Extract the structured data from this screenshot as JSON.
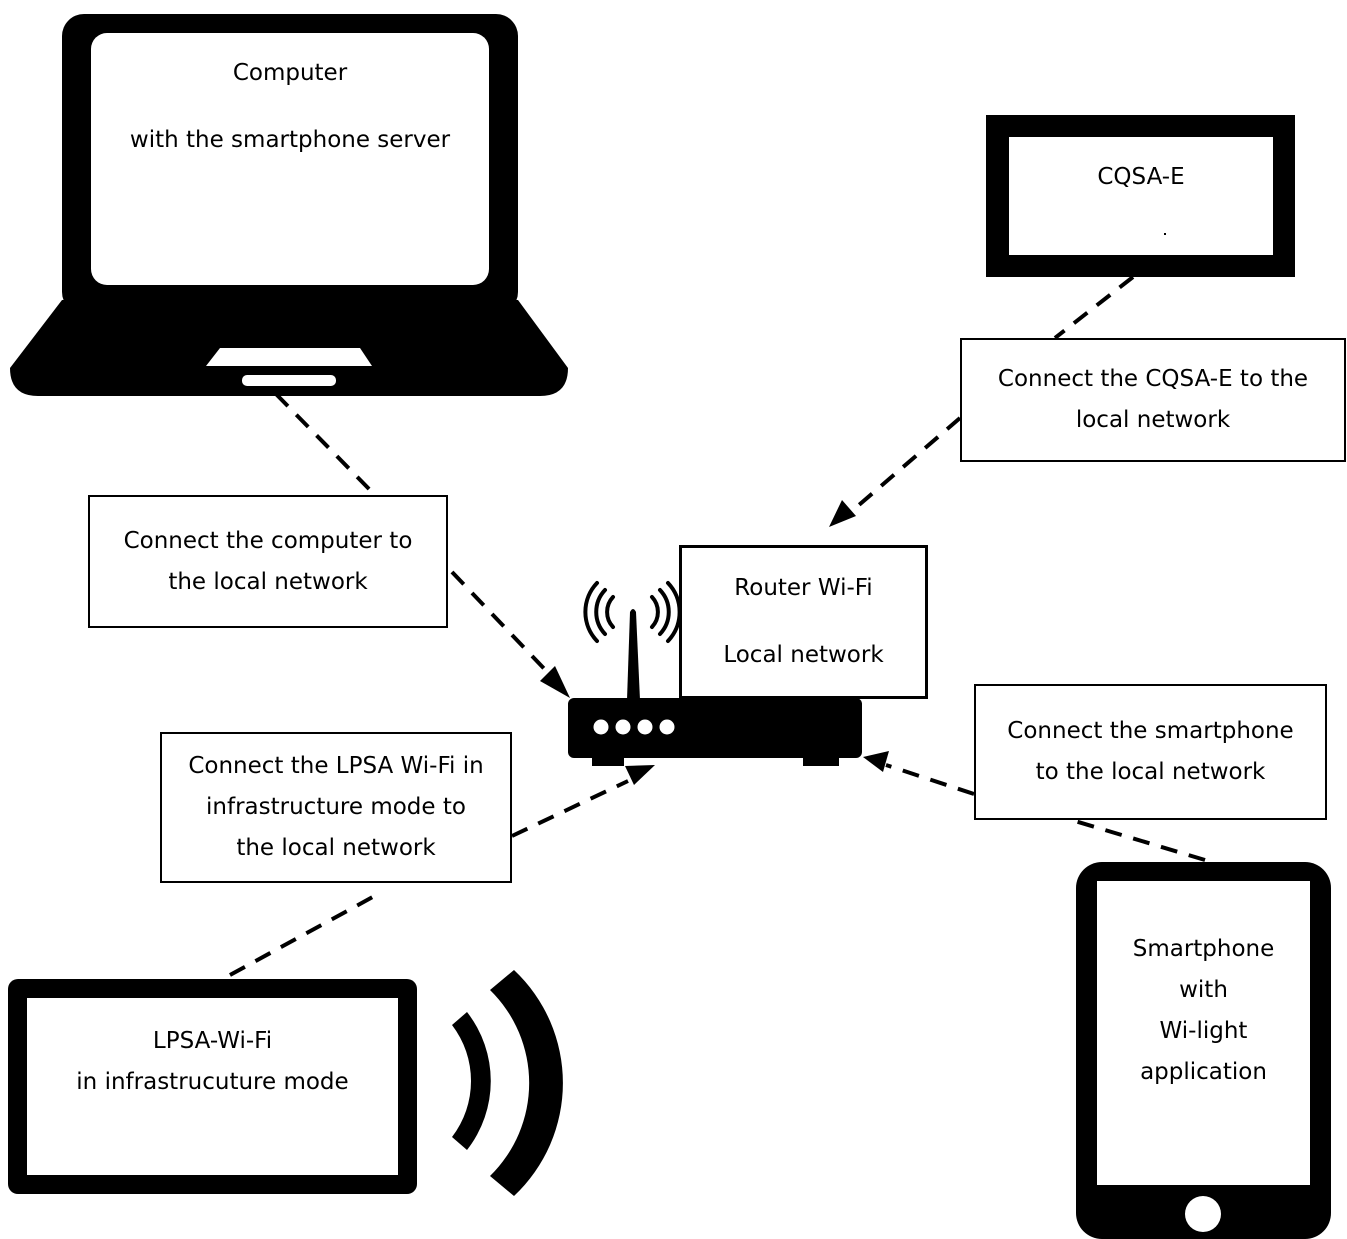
{
  "devices": {
    "computer": {
      "line1": "Computer",
      "line2": "with the smartphone server"
    },
    "cqsa": {
      "label": "CQSA-E"
    },
    "router": {
      "line1": "Router Wi-Fi",
      "line2": "Local network"
    },
    "lpsa": {
      "line1": "LPSA-Wi-Fi",
      "line2": "in infrastrucuture mode"
    },
    "smartphone": {
      "lines": [
        "Smartphone",
        "with",
        "Wi-light",
        "application"
      ]
    }
  },
  "steps": {
    "computer": [
      "Connect the computer to",
      "the local network"
    ],
    "cqsa": [
      "Connect the CQSA-E to the",
      "local network"
    ],
    "lpsa": [
      "Connect the LPSA Wi-Fi in",
      "infrastructure mode to",
      "the local network"
    ],
    "smartphone": [
      "Connect the smartphone",
      "to the local network"
    ]
  },
  "colors": {
    "ink": "#000000",
    "background": "#ffffff"
  },
  "icons": [
    "laptop-icon",
    "monitor-icon",
    "router-icon",
    "wifi-waves-icon",
    "tablet-icon",
    "smartphone-icon"
  ]
}
